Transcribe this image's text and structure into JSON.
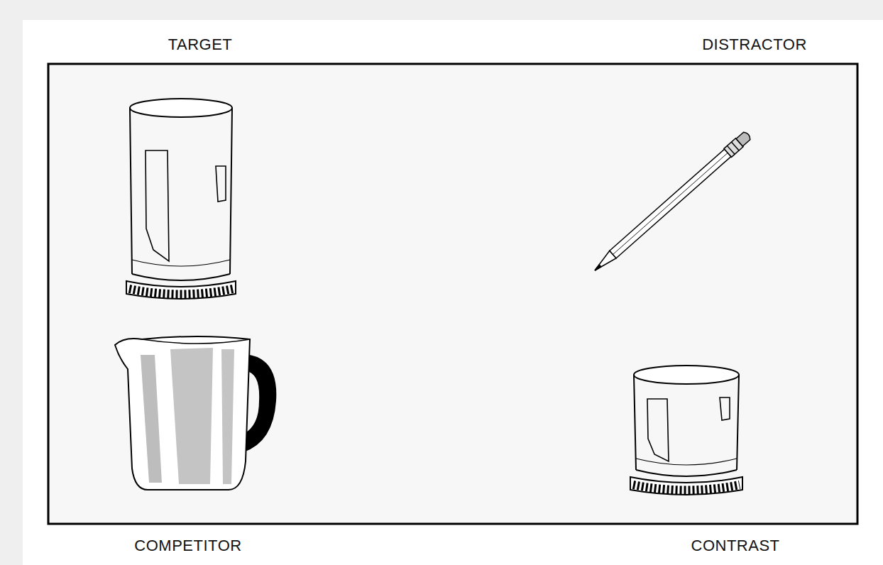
{
  "diagram": {
    "labels": [
      "TARGET",
      "DISTRACTOR",
      "COMPETITOR",
      "CONTRAST"
    ]
  }
}
